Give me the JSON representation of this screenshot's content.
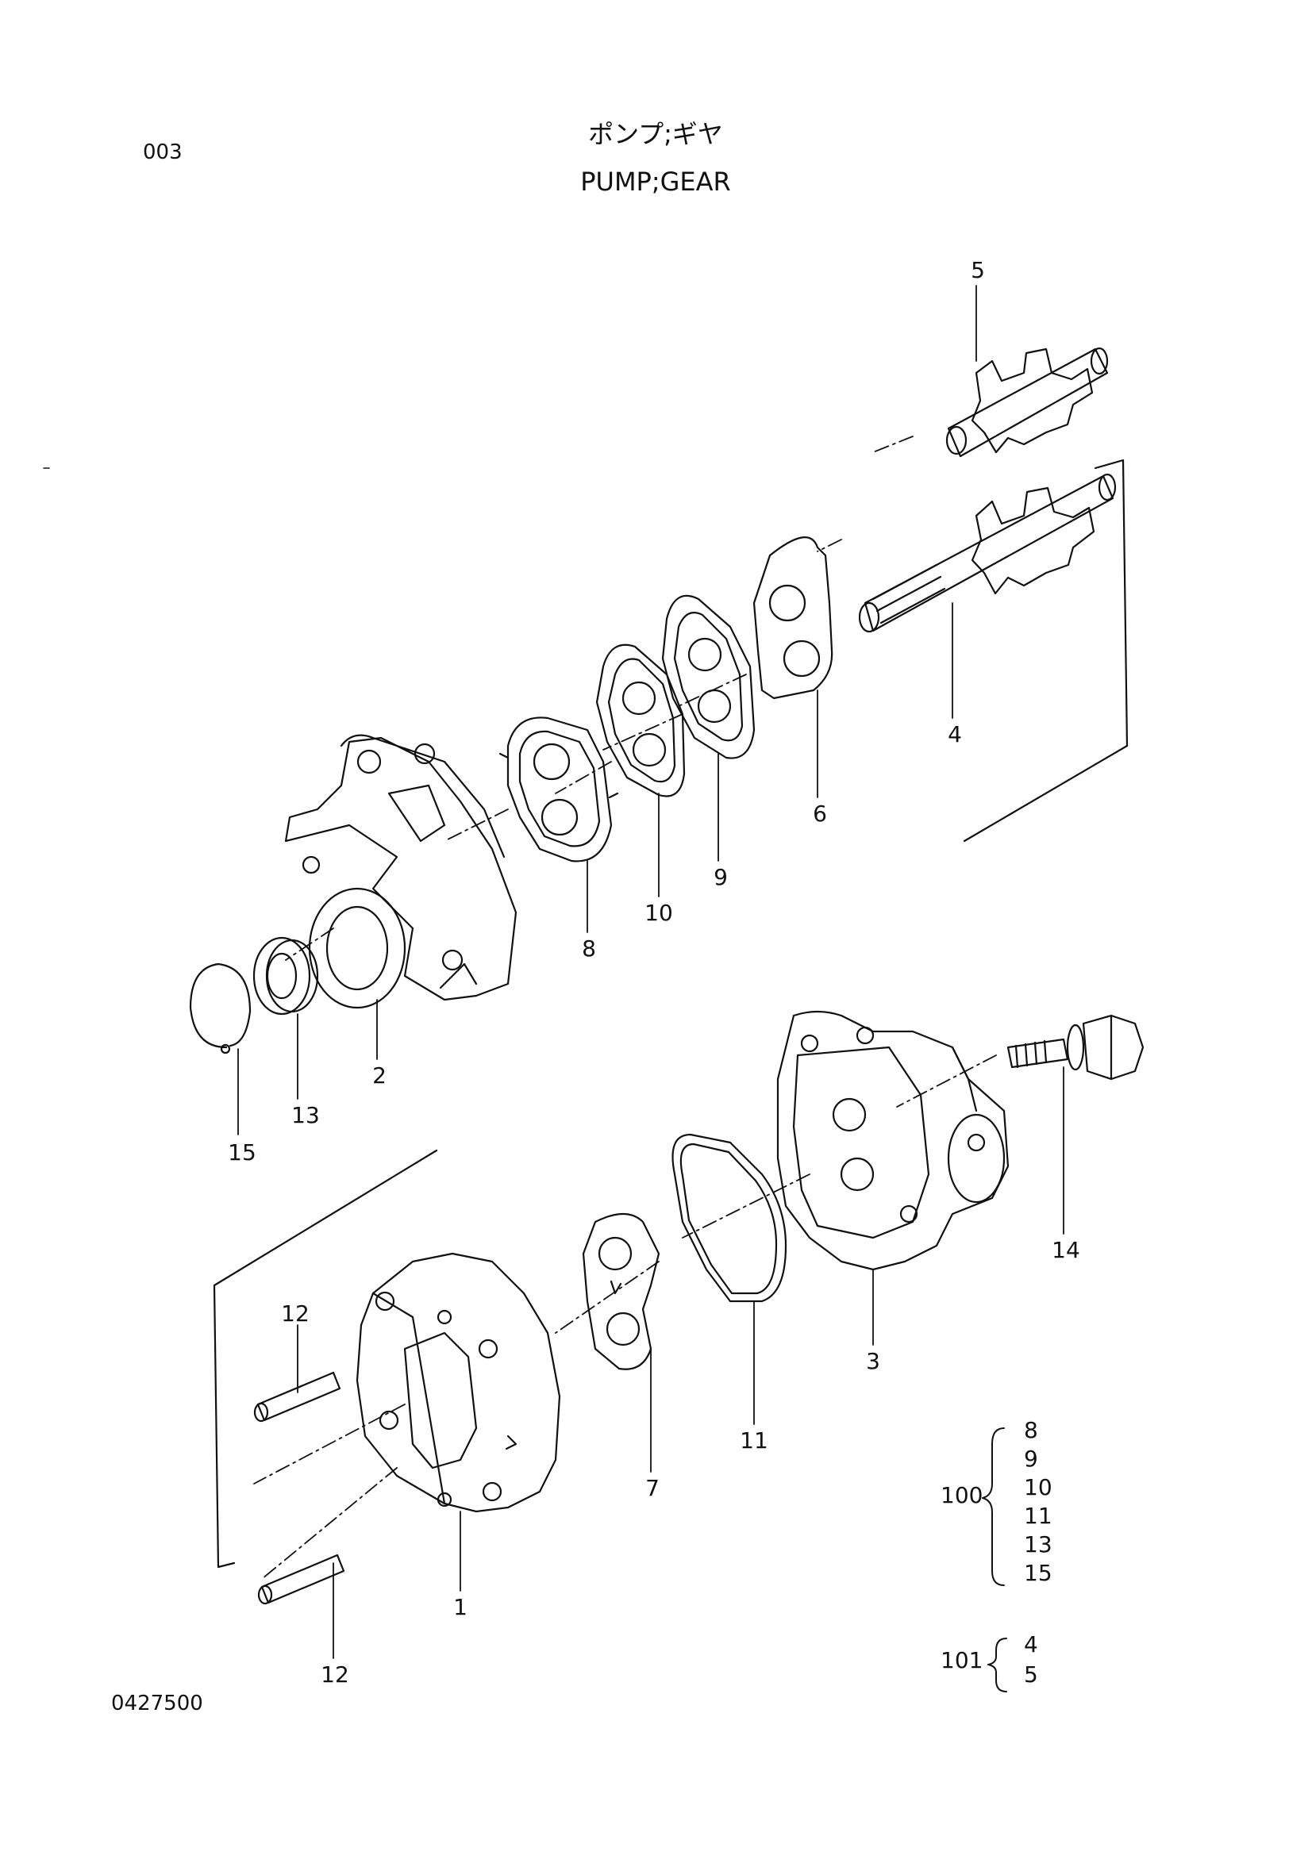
{
  "page": {
    "page_code": "003",
    "title_jp": "ポンプ;ギヤ",
    "title_en": "PUMP;GEAR",
    "drawing_number": "0427500"
  },
  "callouts": {
    "c1": "1",
    "c2": "2",
    "c3": "3",
    "c4": "4",
    "c5": "5",
    "c6": "6",
    "c7": "7",
    "c8": "8",
    "c9": "9",
    "c10": "10",
    "c11": "11",
    "c12a": "12",
    "c12b": "12",
    "c13": "13",
    "c14": "14",
    "c15": "15"
  },
  "kits": [
    {
      "id": "100",
      "parts": [
        "8",
        "9",
        "10",
        "11",
        "13",
        "15"
      ]
    },
    {
      "id": "101",
      "parts": [
        "4",
        "5"
      ]
    }
  ],
  "colors": {
    "ink": "#111111",
    "paper": "#ffffff"
  }
}
